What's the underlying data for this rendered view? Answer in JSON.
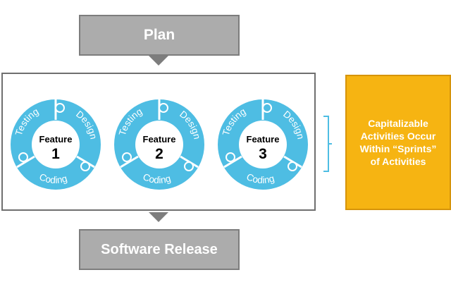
{
  "plan": {
    "label": "Plan"
  },
  "release": {
    "label": "Software Release"
  },
  "features": [
    {
      "title": "Feature",
      "number": "1",
      "segments": [
        "Testing",
        "Design",
        "Coding"
      ]
    },
    {
      "title": "Feature",
      "number": "2",
      "segments": [
        "Testing",
        "Design",
        "Coding"
      ]
    },
    {
      "title": "Feature",
      "number": "3",
      "segments": [
        "Testing",
        "Design",
        "Coding"
      ]
    }
  ],
  "callout": {
    "lines": [
      "Capitalizable",
      "Activities Occur",
      "Within “Sprints”",
      "of Activities"
    ]
  },
  "colors": {
    "ring": "#4ebde3",
    "ring_outline": "#ffffff",
    "gray_box": "#acacac",
    "gray_border": "#7d7d7d",
    "callout": "#f6b412",
    "bracket": "#4ebde3"
  }
}
